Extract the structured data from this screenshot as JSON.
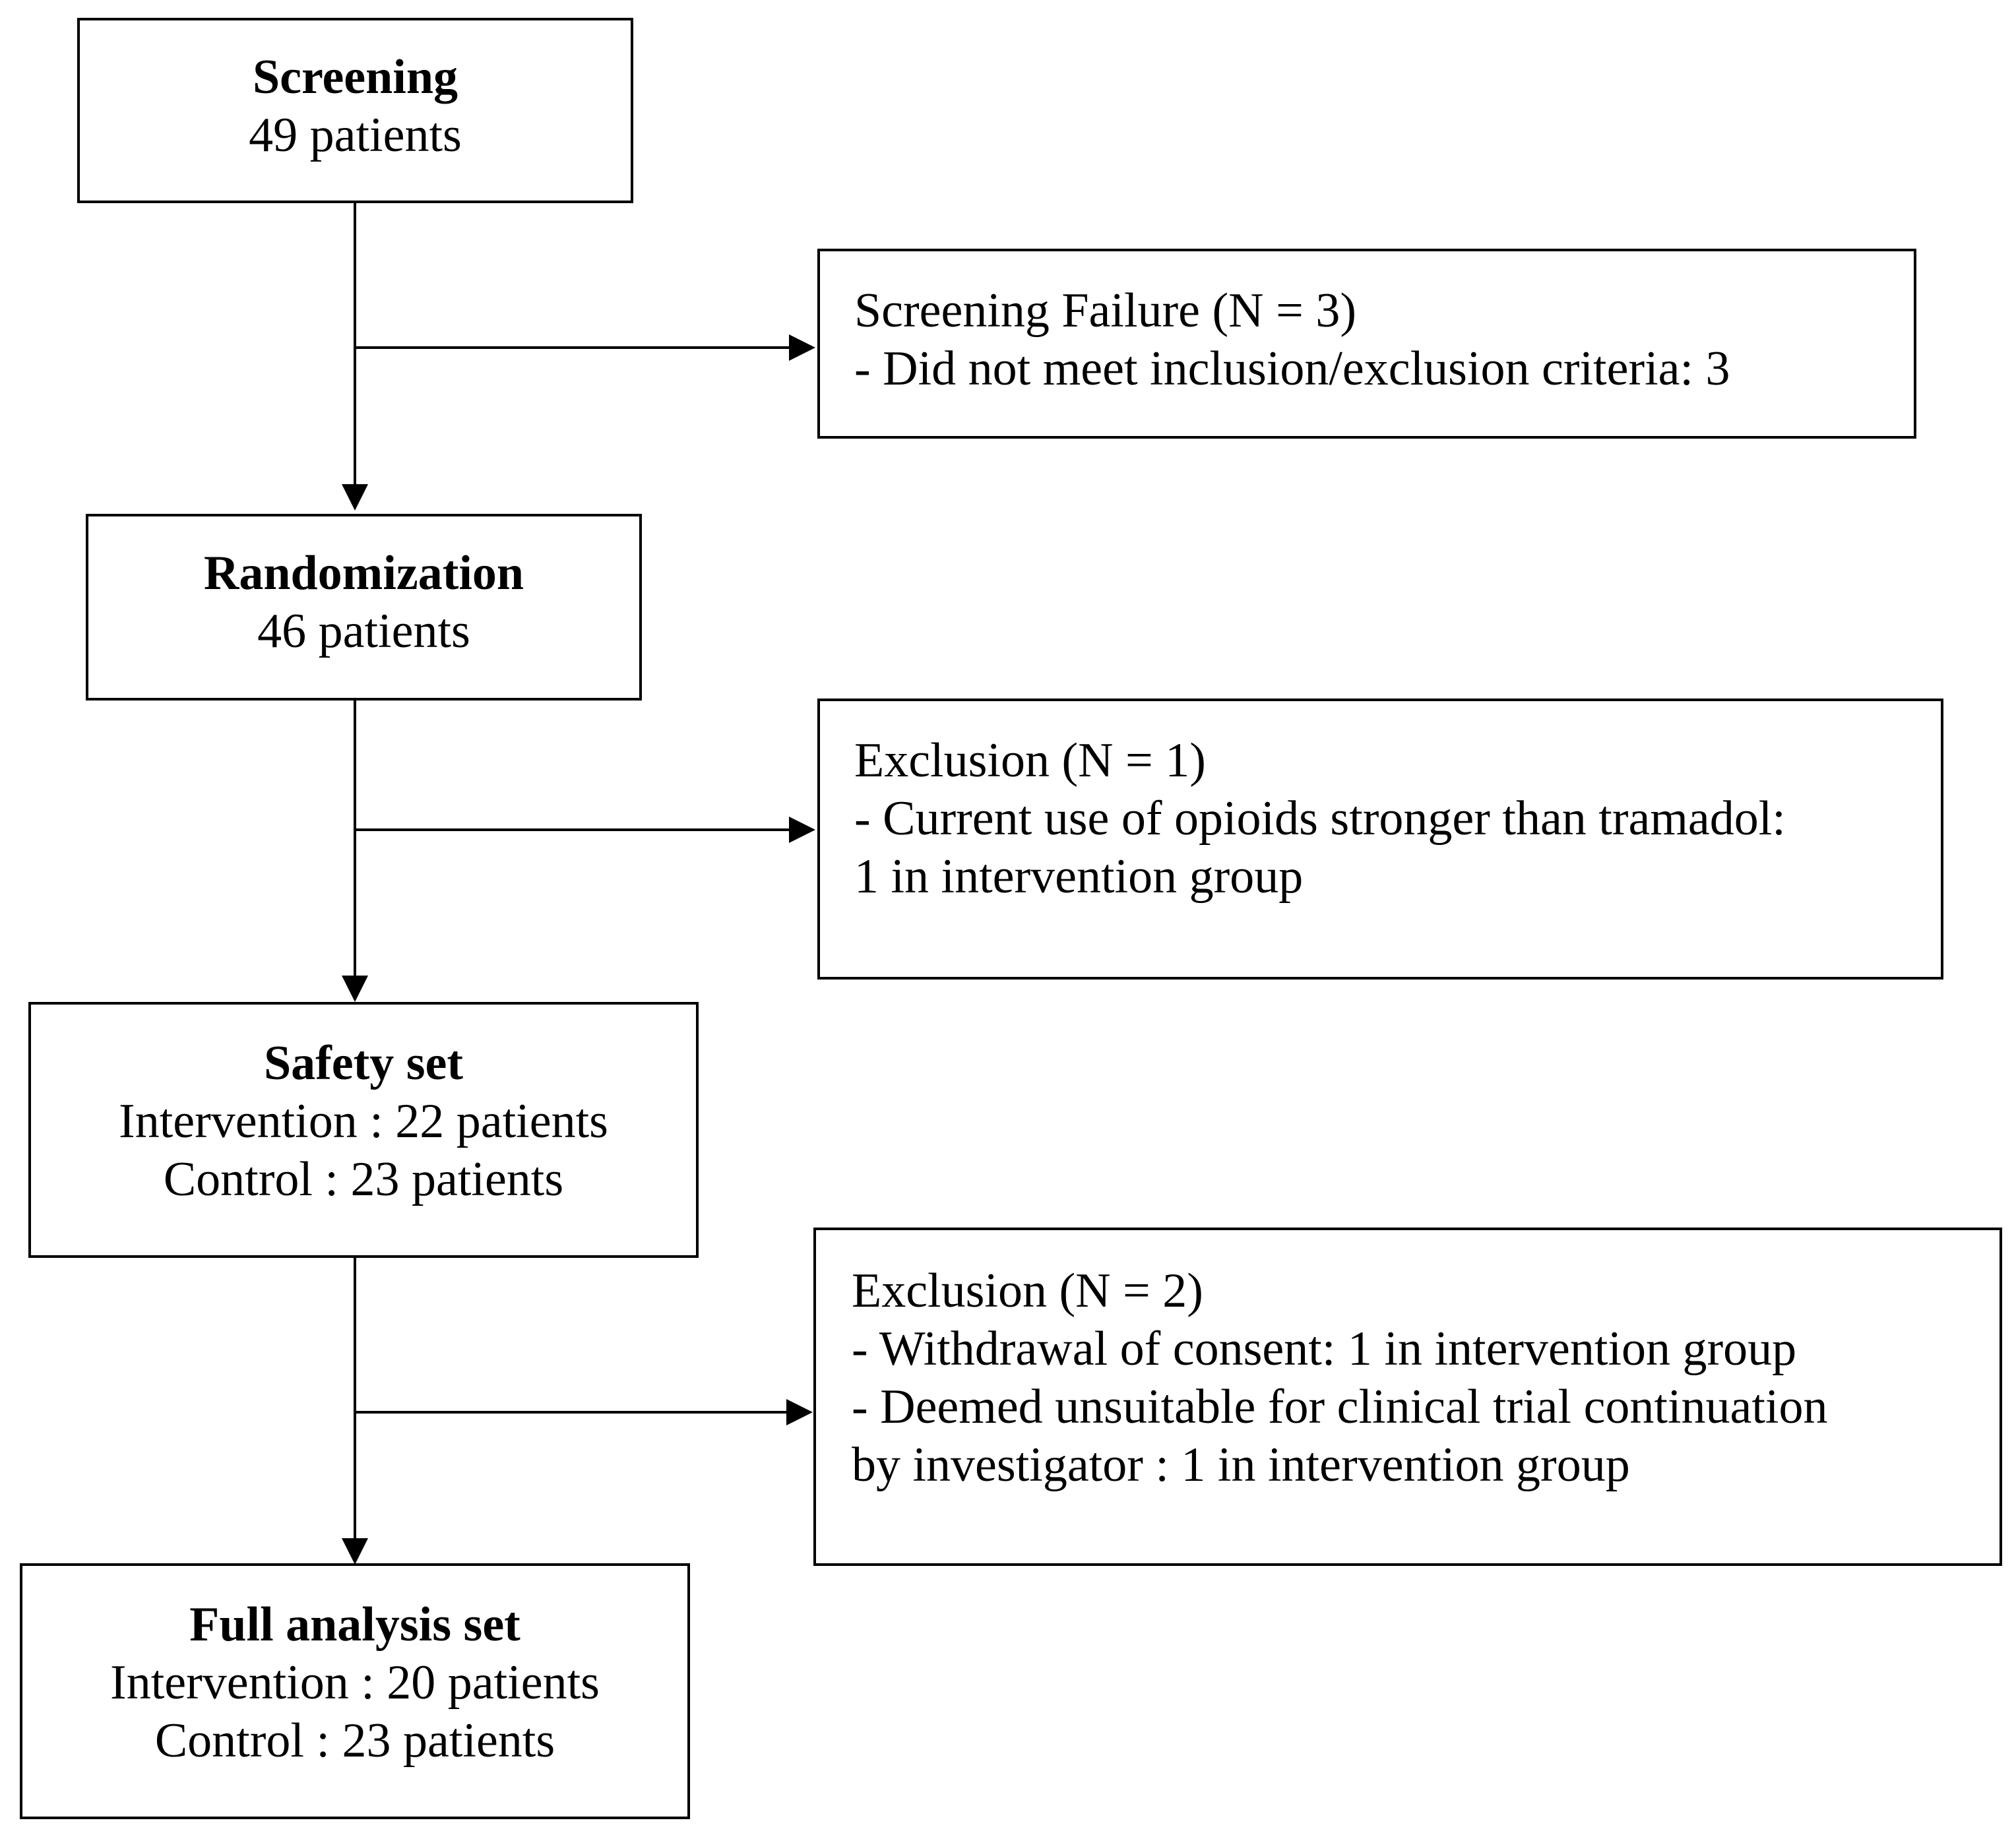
{
  "screening": {
    "title": "Screening",
    "lines": [
      "49 patients"
    ]
  },
  "screening_failure": {
    "lines": [
      "Screening Failure (N = 3)",
      "- Did not meet inclusion/exclusion criteria: 3"
    ]
  },
  "randomization": {
    "title": "Randomization",
    "lines": [
      "46 patients"
    ]
  },
  "exclusion_1": {
    "lines": [
      "Exclusion (N = 1)",
      "- Current use of opioids stronger than tramadol:",
      "1 in intervention group"
    ]
  },
  "safety_set": {
    "title": "Safety set",
    "lines": [
      "Intervention : 22 patients",
      "Control : 23 patients"
    ]
  },
  "exclusion_2": {
    "lines": [
      "Exclusion (N = 2)",
      "- Withdrawal of consent: 1 in intervention group",
      "- Deemed unsuitable for clinical trial continuation",
      "by investigator : 1 in intervention group"
    ]
  },
  "full_analysis_set": {
    "title": "Full analysis set",
    "lines": [
      "Intervention : 20 patients",
      "Control : 23 patients"
    ]
  }
}
